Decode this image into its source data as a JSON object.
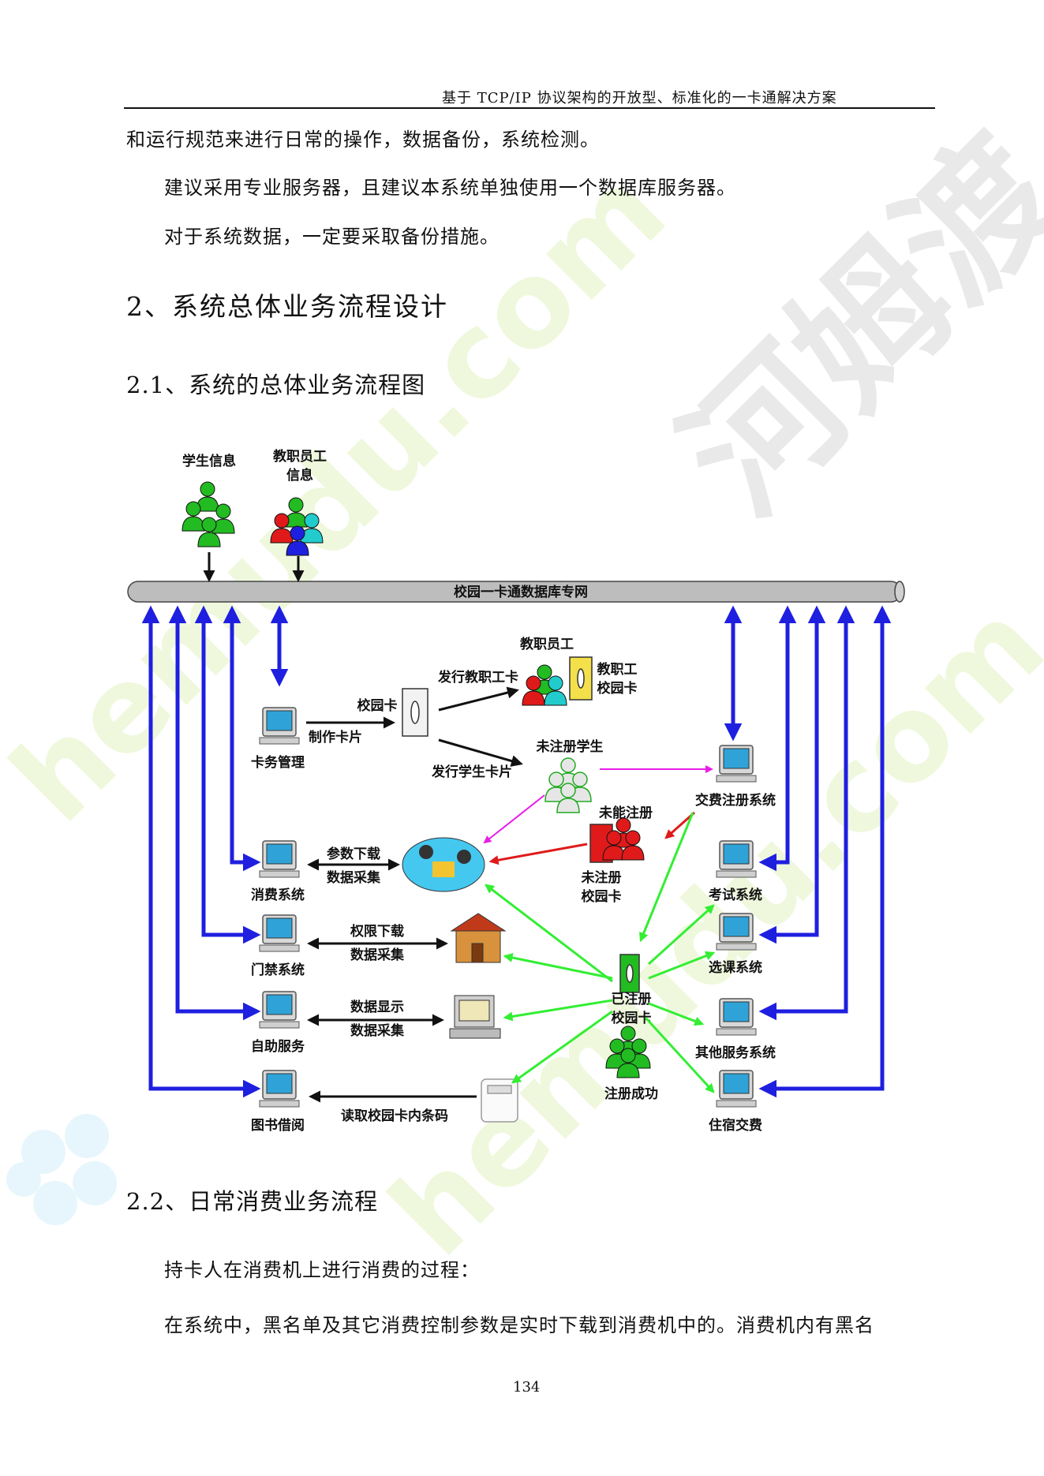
{
  "header": {
    "title": "基于 TCP/IP 协议架构的开放型、标准化的一卡通解决方案"
  },
  "body": {
    "p1": "和运行规范来进行日常的操作，数据备份，系统检测。",
    "p2": "建议采用专业服务器，且建议本系统单独使用一个数据库服务器。",
    "p3": "对于系统数据，一定要采取备份措施。",
    "h2": "2、系统总体业务流程设计",
    "h3a": "2.1、系统的总体业务流程图",
    "h3b": "2.2、日常消费业务流程",
    "p4": "持卡人在消费机上进行消费的过程：",
    "p5": "在系统中，黑名单及其它消费控制参数是实时下载到消费机中的。消费机内有黑名"
  },
  "page_number": "134",
  "watermark": {
    "cn": "河姆渡",
    "en": "hemudu.com"
  },
  "diagram": {
    "bus_label": "校园一卡通数据库专网",
    "student_info": "学生信息",
    "staff_info_l1": "教职员工",
    "staff_info_l2": "信息",
    "card_mgmt": "卡务管理",
    "make_card": "制作卡片",
    "campus_card": "校园卡",
    "issue_staff_card": "发行教职工卡",
    "staff": "教职员工",
    "staff_card_l1": "教职工",
    "staff_card_l2": "校园卡",
    "issue_student_card": "发行学生卡片",
    "unreg_student": "未注册学生",
    "fee_reg": "交费注册系统",
    "failed_reg": "未能注册",
    "unreg_card_l1": "未注册",
    "unreg_card_l2": "校园卡",
    "consume": "消费系统",
    "param_download": "参数下载",
    "data_collect": "数据采集",
    "access": "门禁系统",
    "perm_download": "权限下载",
    "self_service": "自助服务",
    "data_display": "数据显示",
    "library": "图书借阅",
    "read_barcode": "读取校园卡内条码",
    "reg_card_l1": "已注册",
    "reg_card_l2": "校园卡",
    "reg_success": "注册成功",
    "exam": "考试系统",
    "course": "选课系统",
    "other": "其他服务系统",
    "dorm": "住宿交费",
    "colors": {
      "bus": "#bdbdbd",
      "blue_arrow": "#1f1fe0",
      "green_arrow": "#33ee33",
      "red_arrow": "#e01a1a",
      "magenta_arrow": "#e81ee8"
    }
  }
}
